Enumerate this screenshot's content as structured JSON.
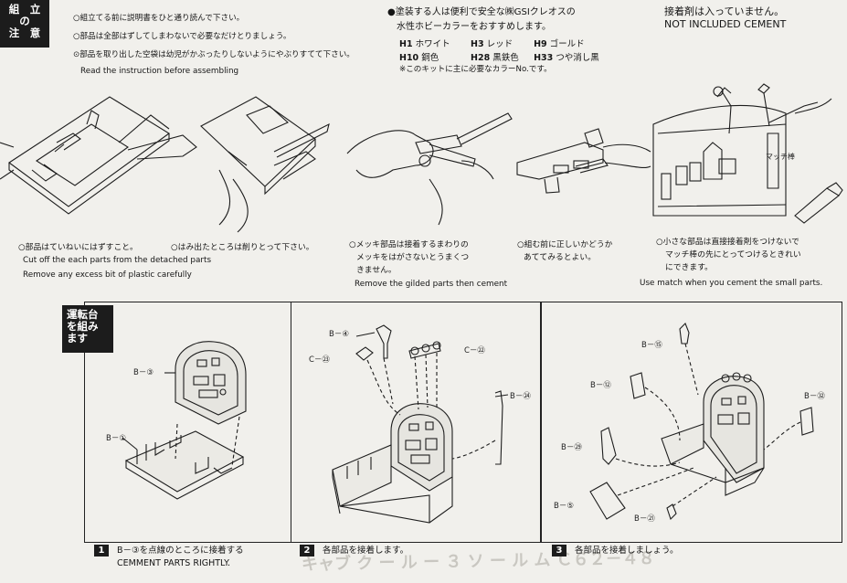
{
  "header": {
    "tag": "組　立\nの\n注　意",
    "notes": [
      "○組立てる前に説明書をひと通り読んで下さい。",
      "○部品は全部はずしてしまわないで必要なだけとりましょう。",
      "⊙部品を取り出した空袋は幼児がかぶったりしないようにやぶりすてて下さい。"
    ],
    "read_en": "Read the instruction before assembling",
    "paint_title_1": "●塗装する人は便利で安全な㈱GSIクレオスの",
    "paint_title_2": "水性ホビーカラーをおすすめします。",
    "colors": [
      {
        "code": "H1",
        "name": "ホワイト"
      },
      {
        "code": "H3",
        "name": "レッド"
      },
      {
        "code": "H9",
        "name": "ゴールド"
      },
      {
        "code": "H10",
        "name": "銅色"
      },
      {
        "code": "H28",
        "name": "黒鉄色"
      },
      {
        "code": "H33",
        "name": "つや消し黒"
      }
    ],
    "paint_note": "※このキットに主に必要なカラーNo.です。",
    "cement_jp": "接着剤は入っていません。",
    "cement_en": "NOT INCLUDED CEMENT"
  },
  "tips": {
    "tip1_jp": "○部品はていねいにはずすこと。",
    "tip2_jp": "○はみ出たところは削りとって下さい。",
    "cut_en": "Cut off the each parts from the detached parts",
    "remove_en": "Remove any excess bit of plastic carefully",
    "tip3_jp_1": "○メッキ部品は接着するまわりの",
    "tip3_jp_2": "メッキをはがさないとうまくつ",
    "tip3_jp_3": "きません。",
    "tip3_en": "Remove the gilded parts then cement",
    "tip4_jp_1": "○組む前に正しいかどうか",
    "tip4_jp_2": "あててみるとよい。",
    "tip5_jp_1": "○小さな部品は直接接着剤をつけないで",
    "tip5_jp_2": "マッチ棒の先にとってつけるときれい",
    "tip5_jp_3": "にできます。",
    "tip5_en": "Use match when you cement the small parts.",
    "match_label": "マッチ棒"
  },
  "section": {
    "tag": "運転台\nを組み\nます"
  },
  "panel1": {
    "labels": [
      "B－③",
      "B－①"
    ],
    "step_num": "1",
    "step_jp": "B－③を点線のところに接着する",
    "step_en": "CEMMENT PARTS RIGHTLY."
  },
  "panel2": {
    "labels": [
      "B－④",
      "C－㉓",
      "C－㉒",
      "B－㉔"
    ],
    "step_num": "2",
    "step_jp": "各部品を接着します。"
  },
  "panel3": {
    "labels": [
      "B－⑮",
      "B－⑫",
      "B－㉜",
      "B－㉙",
      "B－⑤",
      "B－㉑"
    ],
    "step_num": "3",
    "step_jp": "各部品を接着しましょう。"
  }
}
